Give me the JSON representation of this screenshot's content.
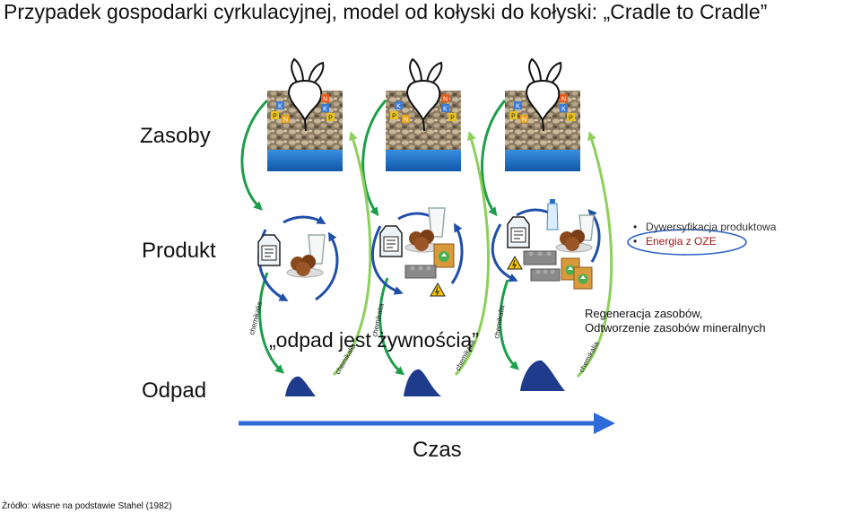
{
  "title": "Przypadek gospodarki cyrkulacyjnej, model od kołyski do kołyski: „Cradle to Cradle”",
  "rows": {
    "resources": "Zasoby",
    "product": "Produkt",
    "waste": "Odpad"
  },
  "center_label": "„odpad jest żywnością”",
  "time_label": "Czas",
  "bullets": [
    "Dywersyfikacja produktowa",
    "Energia z OZE"
  ],
  "regeneration": [
    "Regeneracja zasobów,",
    "Odtworzenie zasobów mineralnych"
  ],
  "arrow_text": "chemikalia",
  "nutrient_letters": [
    "K",
    "N",
    "P",
    "N",
    "P",
    "K",
    "P"
  ],
  "source": "Źródło: własne na podstawie Stahel (1982)",
  "colors": {
    "arrow_dark_green": "#1e9e4a",
    "arrow_light_green": "#8cd05a",
    "cycle_blue": "#1f4fa8",
    "waste_blue": "#1f3c8c",
    "water_blue": "#1a6fc4",
    "time_arrow": "#2f6bd6",
    "oval_blue": "#2b62c4",
    "energy_red": "#a31515"
  },
  "icons": [
    "sugar-beet-icon",
    "soil-icon",
    "water-icon",
    "juice-carton-icon",
    "cookies-icon",
    "milk-glass-icon",
    "water-bottle-icon",
    "brick-icon",
    "recycling-bag-icon",
    "warning-sign-icon",
    "waste-pile-icon"
  ]
}
